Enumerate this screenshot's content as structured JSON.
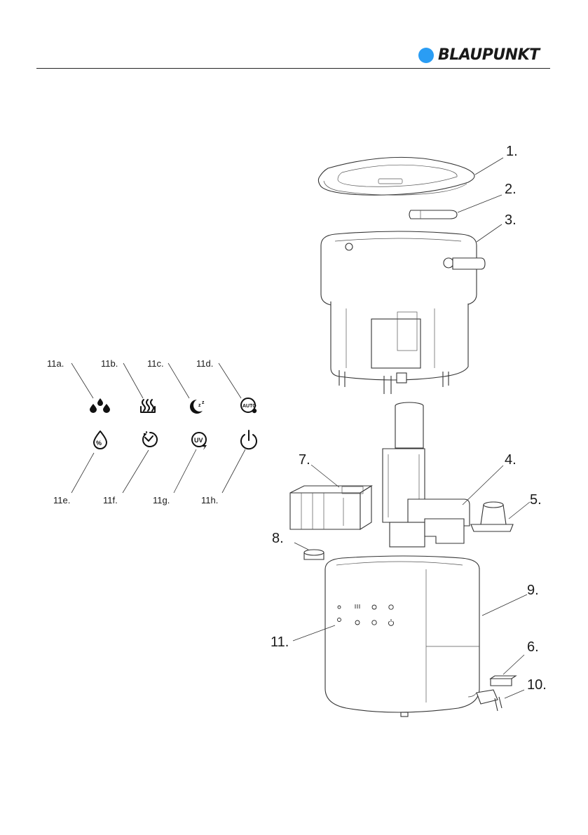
{
  "brand": {
    "name": "BLAUPUNKT",
    "dot_color": "#2a9df4"
  },
  "icon_labels": {
    "a": "11a.",
    "b": "11b.",
    "c": "11c.",
    "d": "11d.",
    "e": "11e.",
    "f": "11f.",
    "g": "11g.",
    "h": "11h."
  },
  "icon_text": {
    "auto": "AUTO",
    "uv": "UV"
  },
  "icons": {
    "a": "water-drops-icon",
    "b": "heat-waves-icon",
    "c": "sleep-moon-icon",
    "d": "auto-mode-icon",
    "e": "humidity-percent-icon",
    "f": "timer-icon",
    "g": "uv-light-icon",
    "h": "power-icon"
  },
  "part_numbers": {
    "p1": "1.",
    "p2": "2.",
    "p3": "3.",
    "p4": "4.",
    "p5": "5.",
    "p6": "6.",
    "p7": "7.",
    "p8": "8.",
    "p9": "9.",
    "p10": "10.",
    "p11": "11."
  }
}
